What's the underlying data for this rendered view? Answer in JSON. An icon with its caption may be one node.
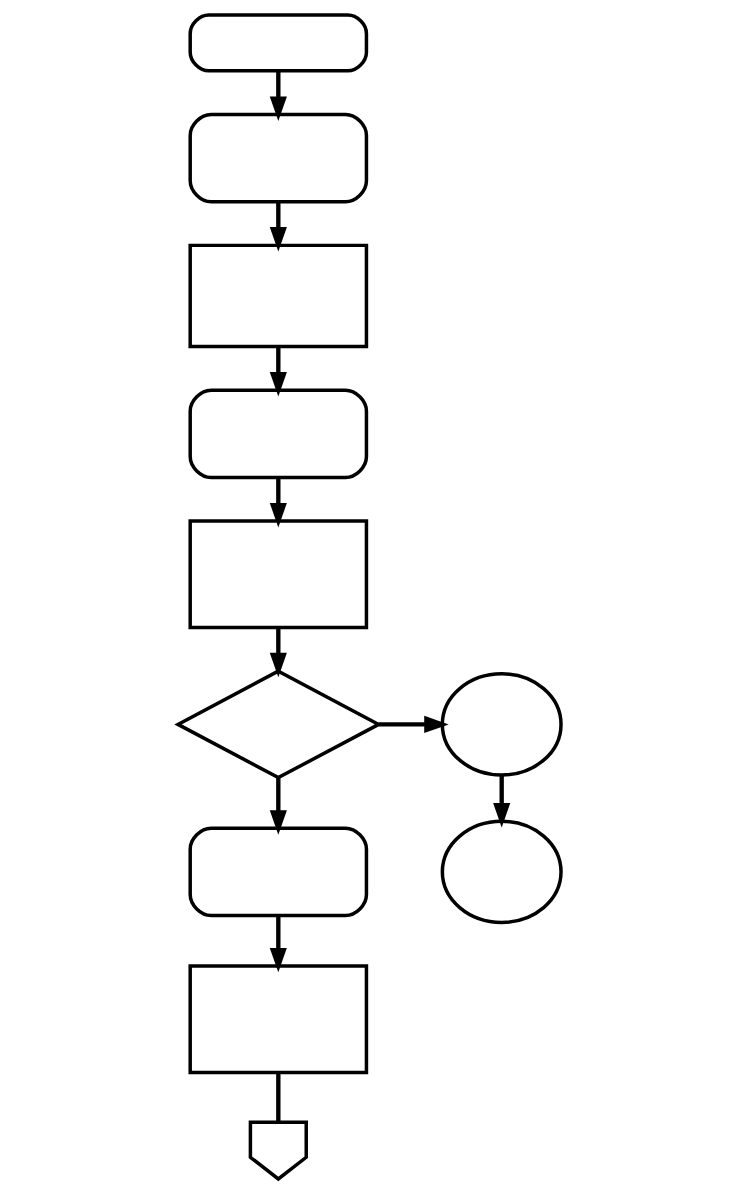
{
  "diagram": {
    "nodes": [
      {
        "text": [],
        "shape": "box"
      },
      {
        "text": [],
        "shape": "box"
      },
      {
        "text": [],
        "shape": "document"
      },
      {
        "text": [],
        "shape": "box"
      },
      {
        "text": [],
        "shape": "box"
      },
      {
        "text": [],
        "shape": "diamond"
      },
      {
        "text": [],
        "shape": "circle"
      },
      {
        "text": [],
        "shape": "circle"
      },
      {
        "text": [],
        "shape": "box"
      },
      {
        "text": [],
        "shape": "box"
      },
      {
        "text": [],
        "shape": "pentagon"
      }
    ],
    "edges": [
      {
        "from": 0,
        "to": 1,
        "arrow": "to"
      },
      {
        "from": 1,
        "to": 2,
        "arrow": "to"
      },
      {
        "from": 2,
        "to": 3,
        "arrow": "to"
      },
      {
        "from": 3,
        "to": 4,
        "arrow": "to"
      },
      {
        "from": 4,
        "to": 5,
        "arrow": "to"
      },
      {
        "from": 5,
        "to": 6,
        "arrow": "to"
      },
      {
        "from": 6,
        "to": 7,
        "arrow": "to"
      },
      {
        "from": 5,
        "to": 8,
        "arrow": "to"
      },
      {
        "from": 8,
        "to": 9,
        "arrow": "to"
      },
      {
        "from": 9,
        "to": 10,
        "arrow": "none"
      }
    ]
  }
}
